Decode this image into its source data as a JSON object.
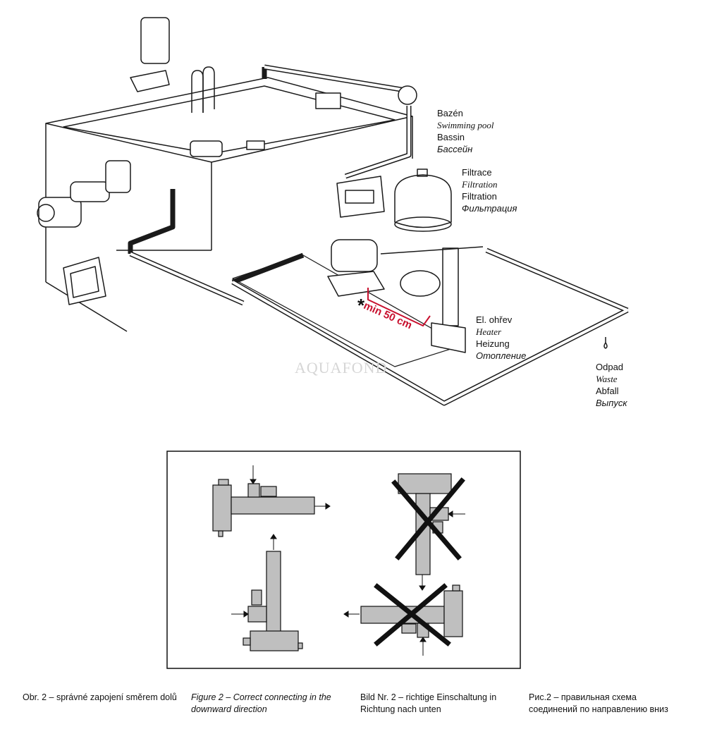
{
  "labels": {
    "pool": {
      "cz": "Bazén",
      "en": "Swimming pool",
      "de": "Bassin",
      "ru": "Бассейн"
    },
    "filter": {
      "cz": "Filtrace",
      "en": "Filtration",
      "de": "Filtration",
      "ru": "Фильтрация"
    },
    "heater": {
      "cz": "El. ohřev",
      "en": "Heater",
      "de": "Heizung",
      "ru": "Отопление"
    },
    "waste": {
      "cz": "Odpad",
      "en": "Waste",
      "de": "Abfall",
      "ru": "Выпуск"
    }
  },
  "measure": {
    "star": "*",
    "text": "min 50 cm"
  },
  "watermark": "AQUAFOND",
  "captions": {
    "cz": "Obr. 2 – správné zapojení směrem dolů",
    "en": "Figure 2 – Correct connecting in the downward direction",
    "de": "Bild Nr. 2 – richtige Einschaltung in Richtung nach unten",
    "ru": "Рис.2 – правильная схема соединений по направлению вниз"
  },
  "colors": {
    "line": "#1a1a1a",
    "heater_fill": "#bfbfbf",
    "measure": "#c8102e",
    "cross": "#111111"
  }
}
